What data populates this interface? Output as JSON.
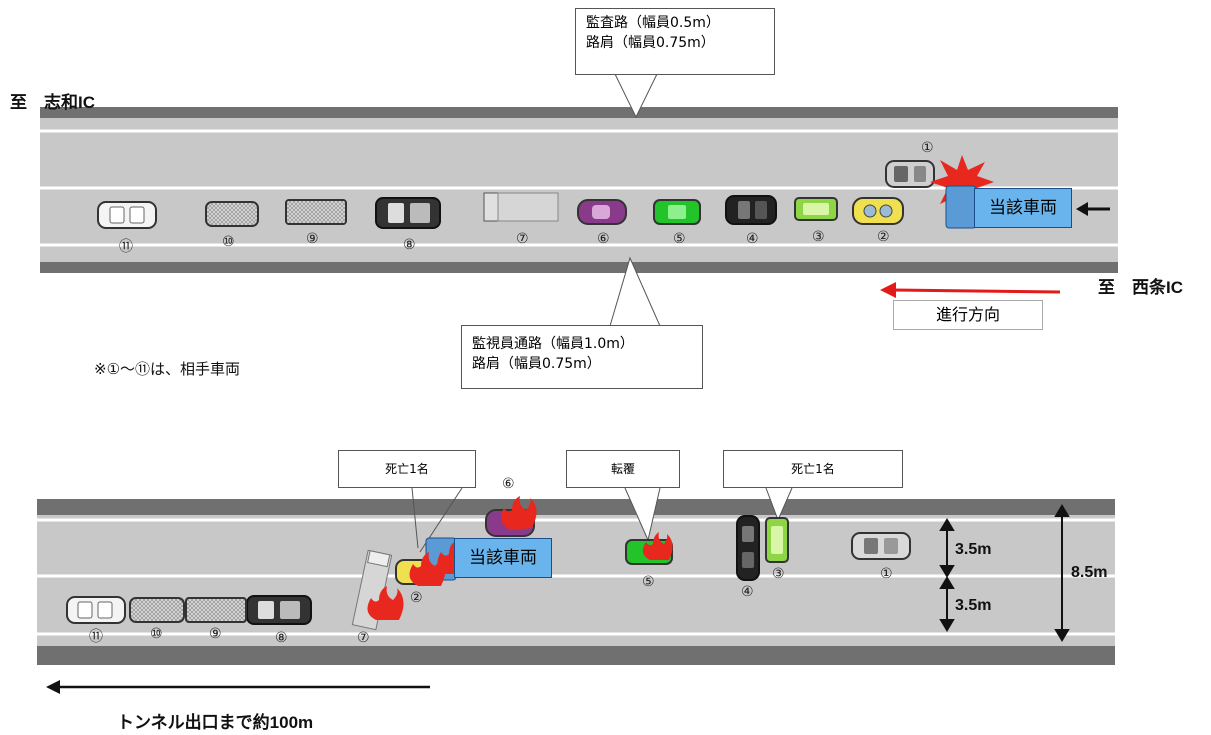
{
  "top": {
    "to_shiwa": "至　志和IC",
    "to_saijo": "至　西条IC",
    "direction": "進行方向",
    "subject_vehicle": "当該車両",
    "callout_upper": [
      "監査路（幅員0.5m）",
      "路肩（幅員0.75m）"
    ],
    "callout_lower": [
      "監視員通路（幅員1.0m）",
      "路肩（幅員0.75m）"
    ],
    "vehicle_numbers": [
      "①",
      "②",
      "③",
      "④",
      "⑤",
      "⑥",
      "⑦",
      "⑧",
      "⑨",
      "⑩",
      "⑪"
    ]
  },
  "note": "※①～⑪は、相手車両",
  "bottom": {
    "subject_vehicle": "当該車両",
    "death_left": "死亡1名",
    "overturn": "転覆",
    "death_right": "死亡1名",
    "lane1": "3.5m",
    "lane2": "3.5m",
    "total_width": "8.5m",
    "to_exit": "トンネル出口まで約100m",
    "vehicle_numbers": [
      "①",
      "②",
      "③",
      "④",
      "⑤",
      "⑥",
      "⑦",
      "⑧",
      "⑨",
      "⑩",
      "⑪"
    ]
  },
  "colors": {
    "road": "#c8c8c8",
    "road_edge": "#707070",
    "subject": "#69b4ec",
    "fire": "#e8281e",
    "arrow_red": "#e21a1a"
  }
}
